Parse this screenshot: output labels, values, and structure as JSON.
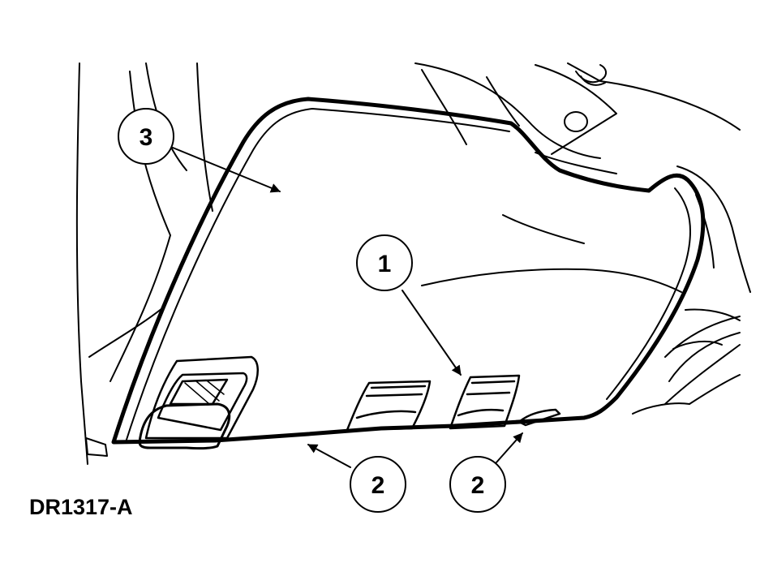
{
  "figure": {
    "code": "DR1317-A",
    "callouts": [
      {
        "id": "callout-3",
        "label": "3"
      },
      {
        "id": "callout-1",
        "label": "1"
      },
      {
        "id": "callout-2a",
        "label": "2"
      },
      {
        "id": "callout-2b",
        "label": "2"
      }
    ]
  }
}
